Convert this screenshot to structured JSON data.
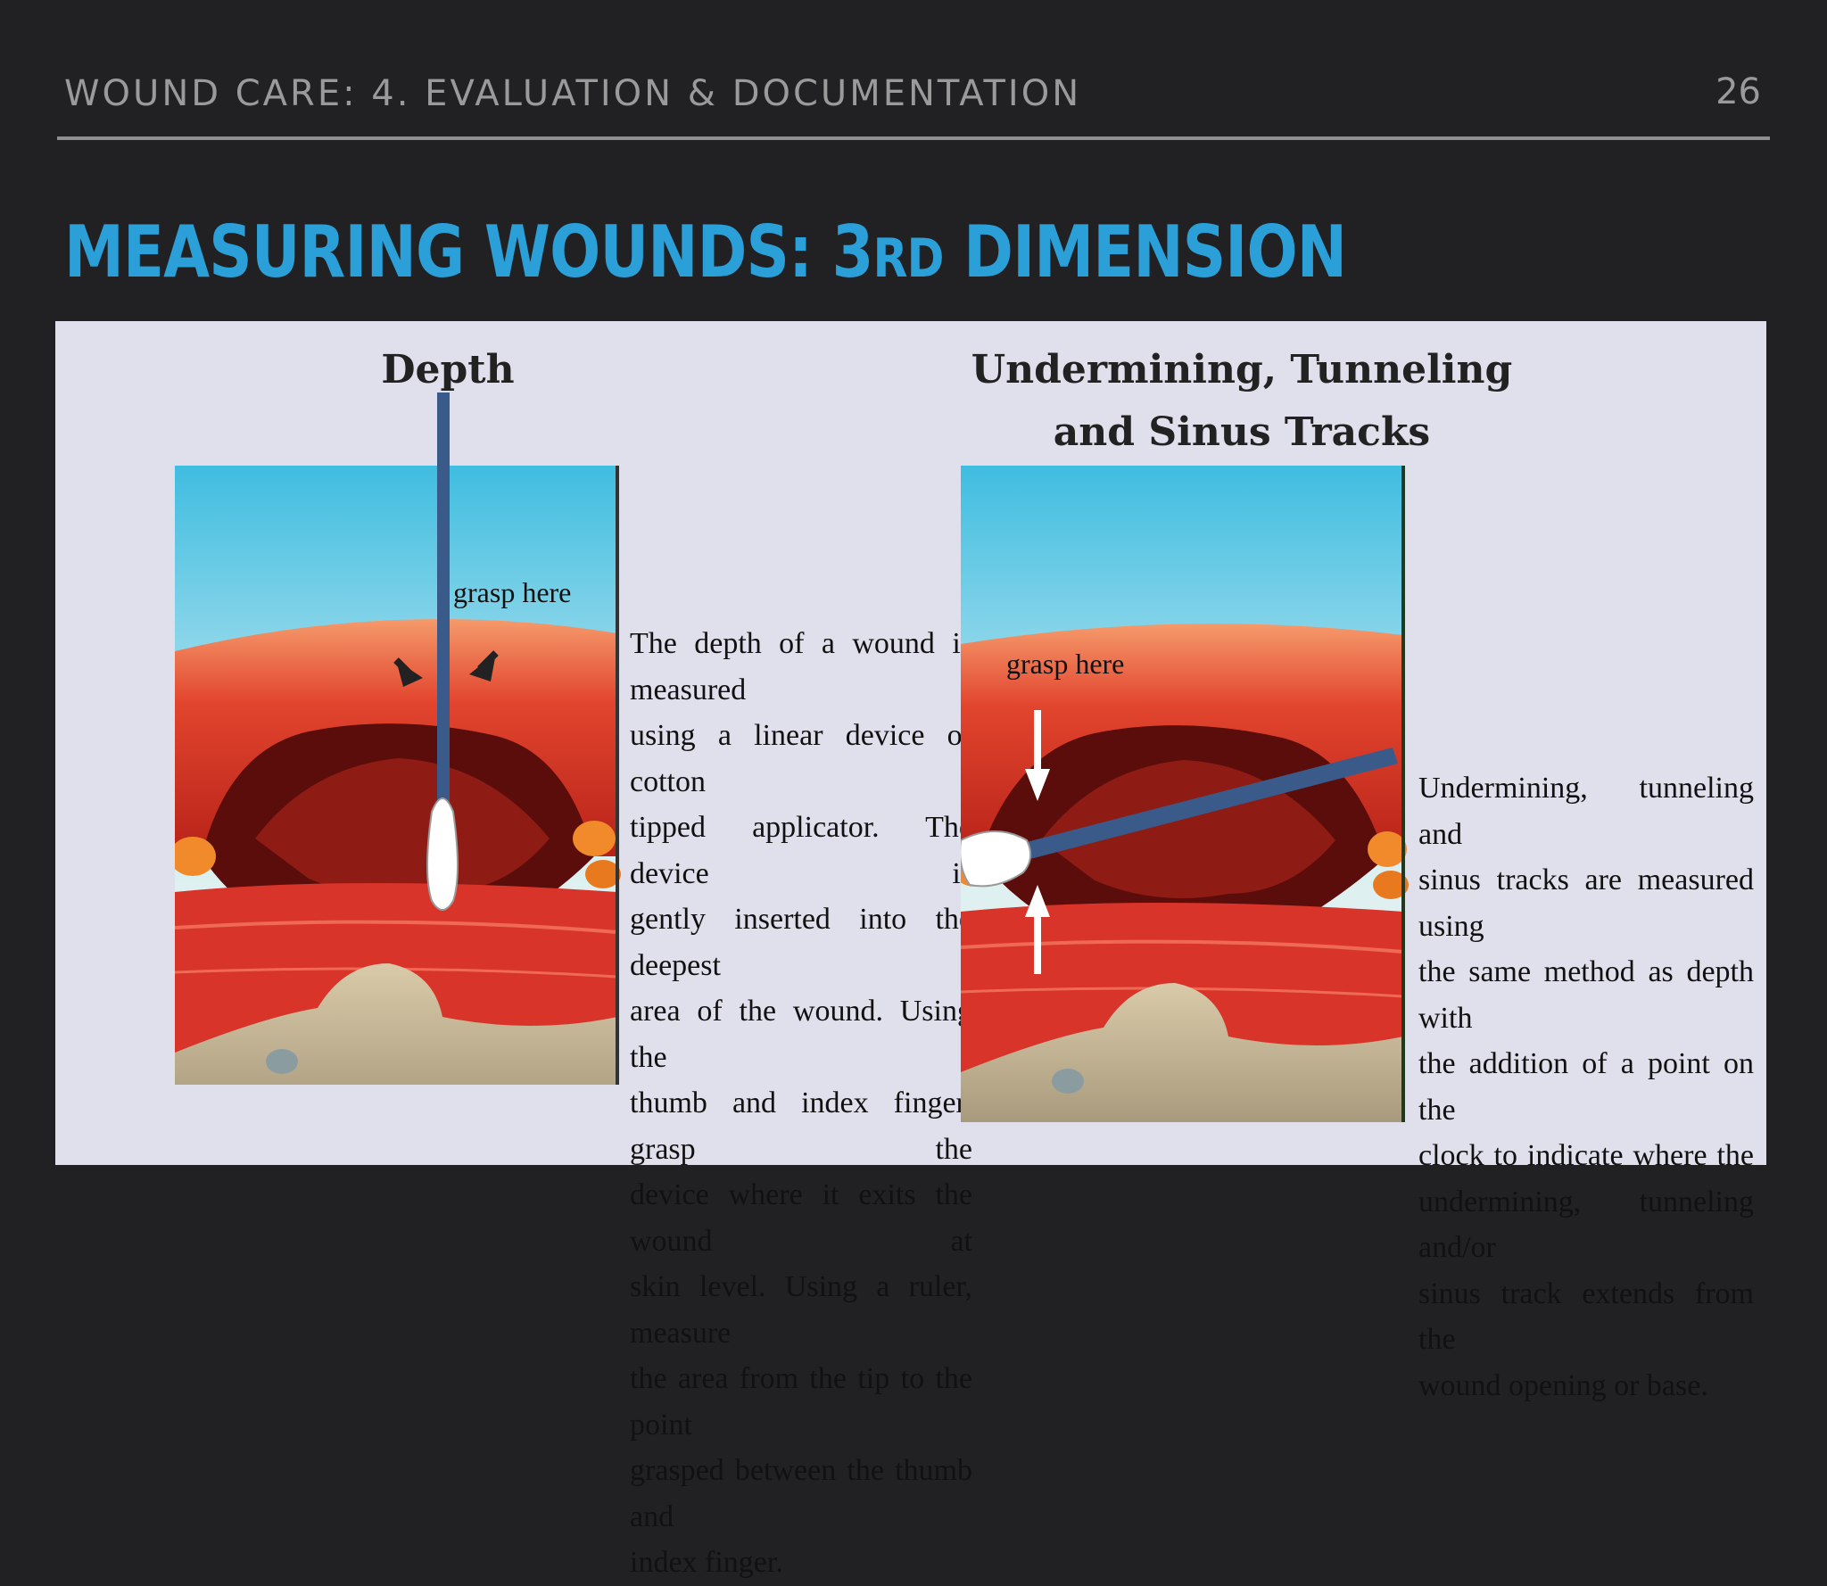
{
  "header": {
    "section": "WOUND CARE: 4. EVALUATION & DOCUMENTATION",
    "page_number": "26"
  },
  "title": {
    "main": "MEASURING WOUNDS: 3",
    "smallcaps": "RD",
    "tail": " DIMENSION"
  },
  "figure": {
    "left": {
      "heading": "Depth",
      "grasp_label": "grasp here",
      "description_lines": [
        "The depth of a wound is measured",
        "using a linear device or cotton",
        "tipped applicator.  The device is",
        "gently inserted into the deepest",
        "area of the wound.  Using the",
        "thumb and index finger, grasp the",
        "device where it exits the wound at",
        "skin level.  Using a ruler, measure",
        "the area from the tip to the point",
        "grasped between the thumb and",
        "index finger."
      ]
    },
    "right": {
      "heading_line1": "Undermining, Tunneling",
      "heading_line2": "and Sinus Tracks",
      "grasp_label": "grasp here",
      "description_lines": [
        "Undermining, tunneling and",
        "sinus tracks are measured using",
        "the same method as depth with",
        "the addition of a point on the",
        "clock to indicate where the",
        "undermining, tunneling and/or",
        "sinus track extends from the",
        "wound opening or base."
      ]
    }
  },
  "colors": {
    "background": "#212123",
    "title": "#2a9fd8",
    "header_text": "#9a9a9a",
    "figure_bg": "#e0e0ec",
    "applicator": "#3a5a8a"
  }
}
